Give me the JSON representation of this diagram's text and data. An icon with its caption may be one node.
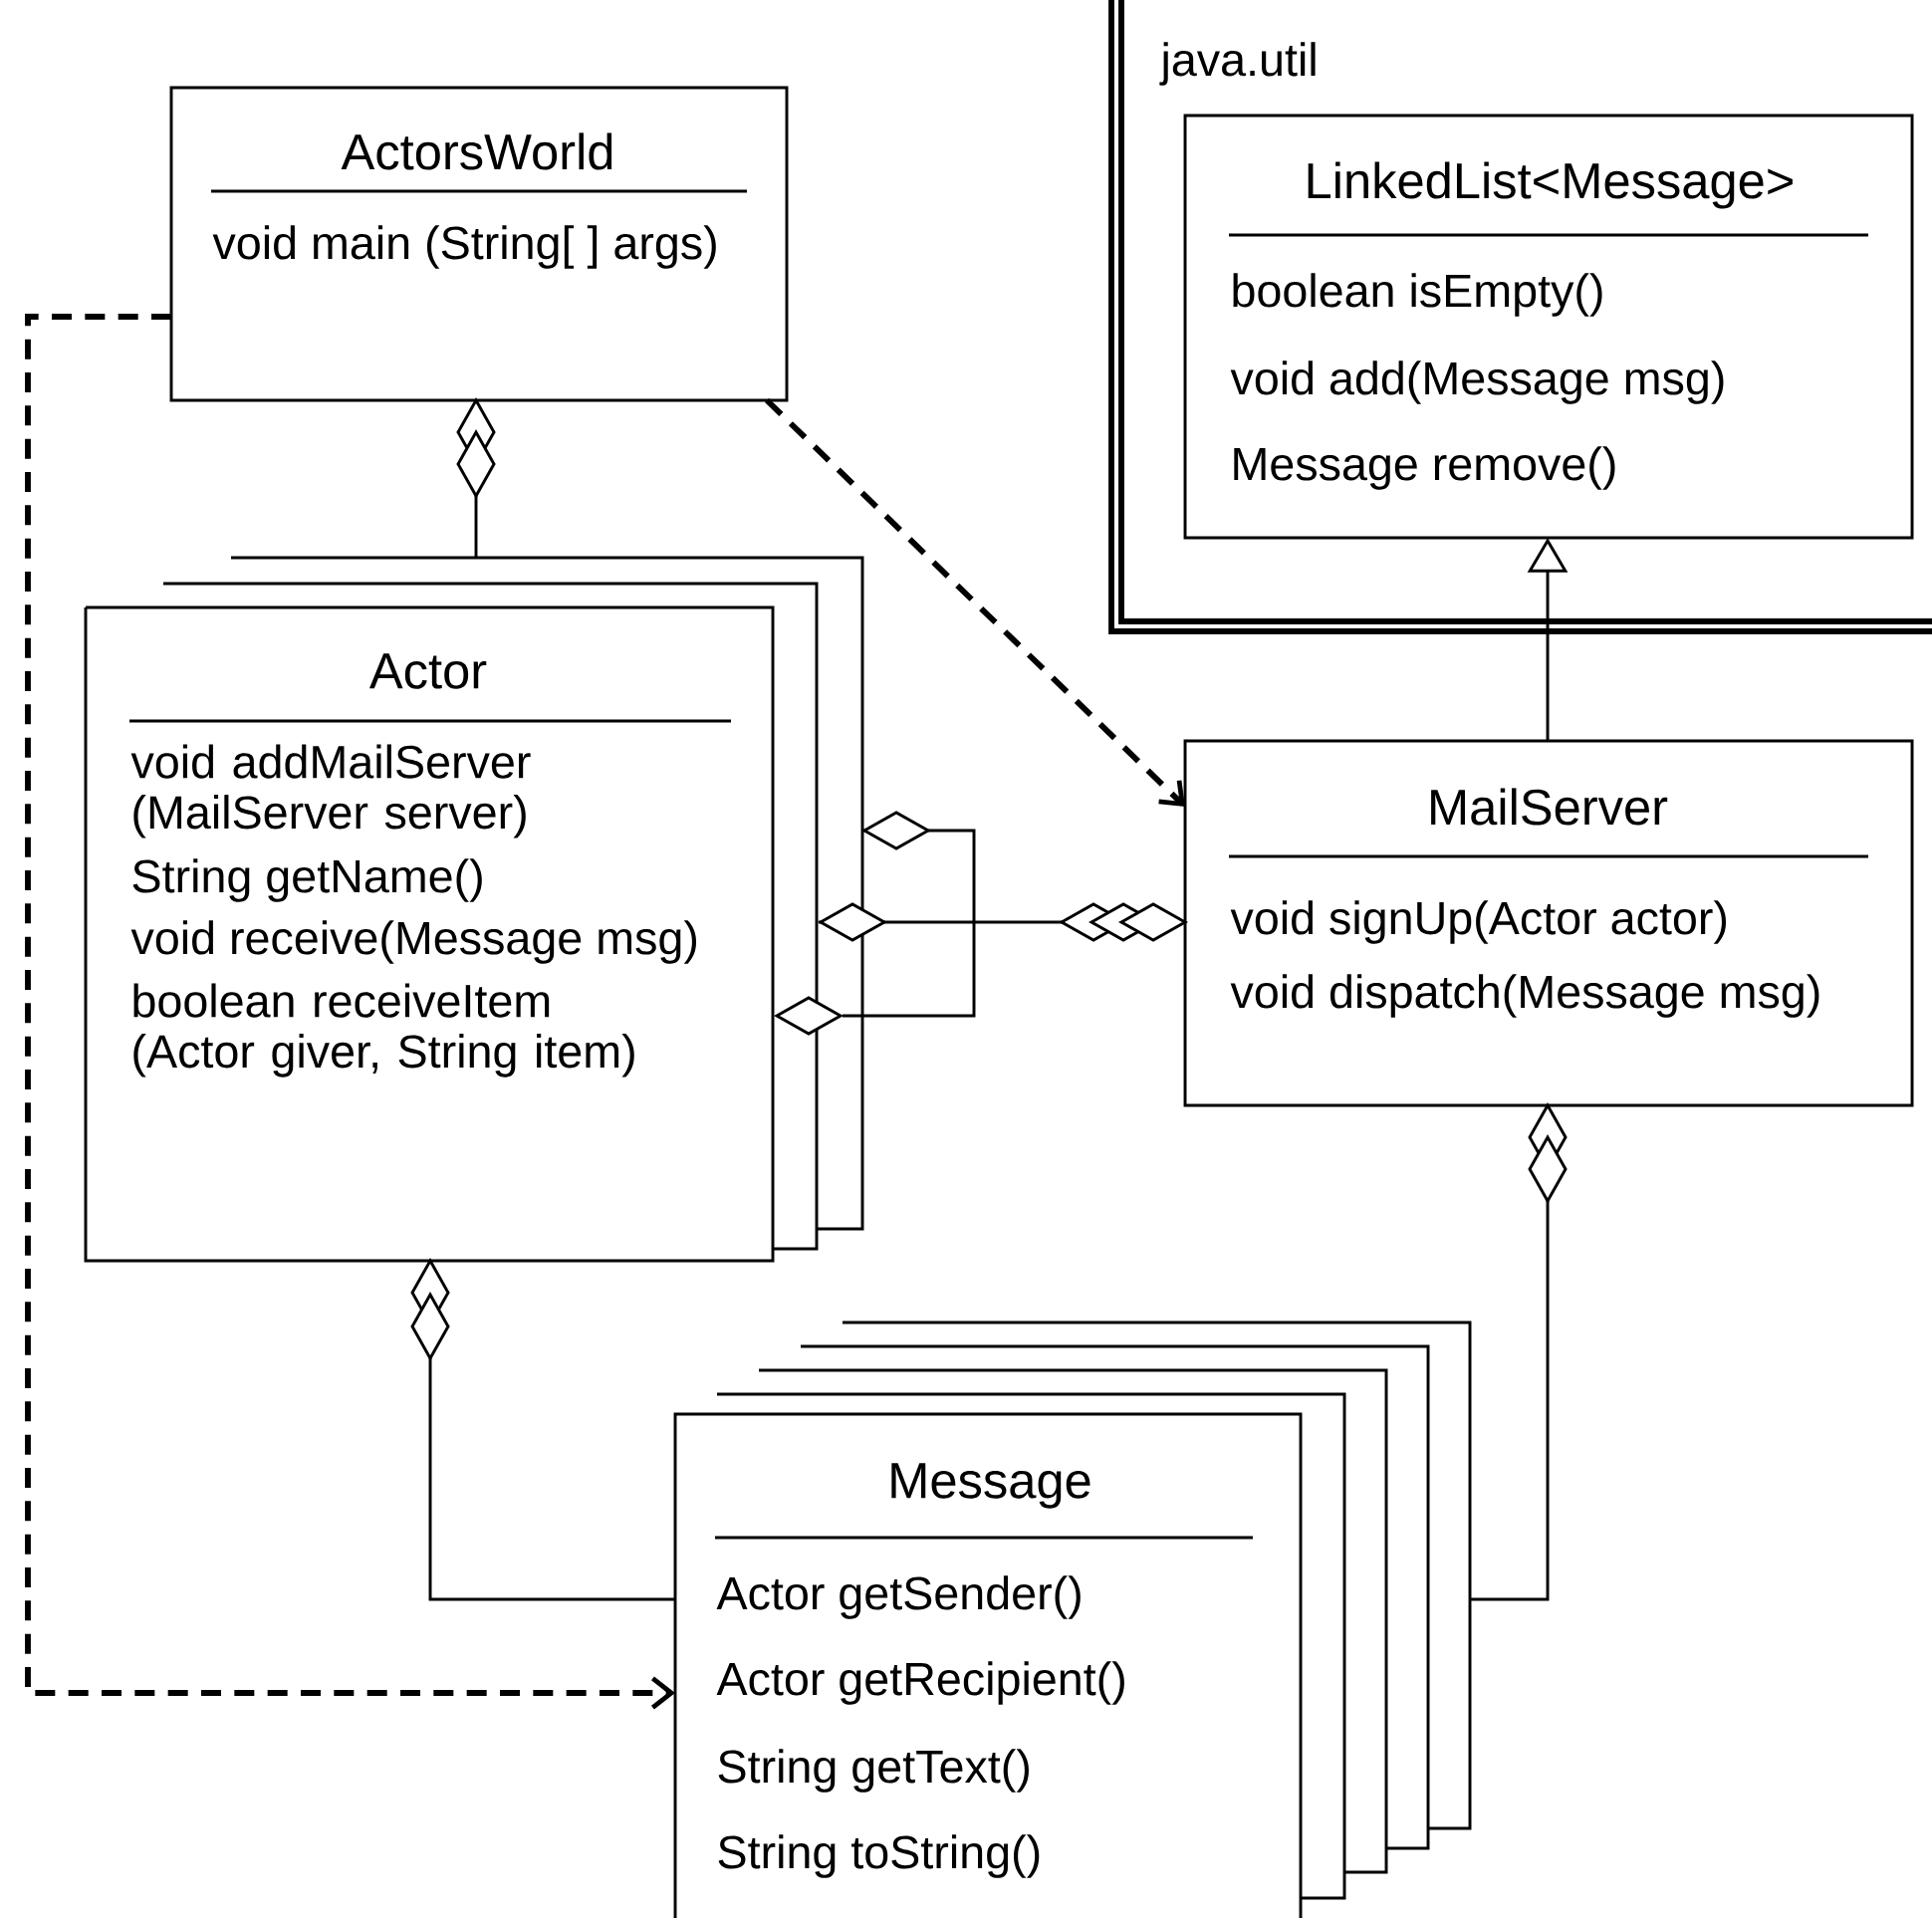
{
  "diagram": {
    "nodes": [
      {
        "text": [
          "java.util"
        ]
      },
      {
        "text": [
          "LinkedList<Message>",
          "boolean isEmpty()",
          "void add(Message msg)",
          "Message remove()"
        ],
        "in": 0
      },
      {
        "text": [
          "ActorsWorld",
          "void main (String[ ] args)"
        ]
      },
      {
        "text": [
          "Actor",
          "void addMailServer (MailServer server)",
          "String getName()",
          "void receive(Message msg)",
          "boolean receiveItem (Actor giver, String item)"
        ]
      },
      {
        "text": [
          "MailServer",
          "void signUp(Actor actor)",
          "void dispatch(Message msg)"
        ]
      },
      {
        "text": [
          "Message",
          "Actor getSender()",
          "Actor getRecipient()",
          "String getText()",
          "String toString()"
        ]
      }
    ],
    "edges": [
      {
        "from": 2,
        "to": 3,
        "arrow": "other"
      },
      {
        "from": 2,
        "to": 4,
        "arrow": "to",
        "style": "dashed"
      },
      {
        "from": 2,
        "to": 5,
        "arrow": "to",
        "style": "dashed"
      },
      {
        "from": 4,
        "to": 1,
        "arrow": "to"
      },
      {
        "from": 3,
        "to": 4,
        "arrow": "other"
      },
      {
        "from": 3,
        "to": 5,
        "arrow": "other"
      },
      {
        "from": 4,
        "to": 5,
        "arrow": "other"
      }
    ]
  }
}
